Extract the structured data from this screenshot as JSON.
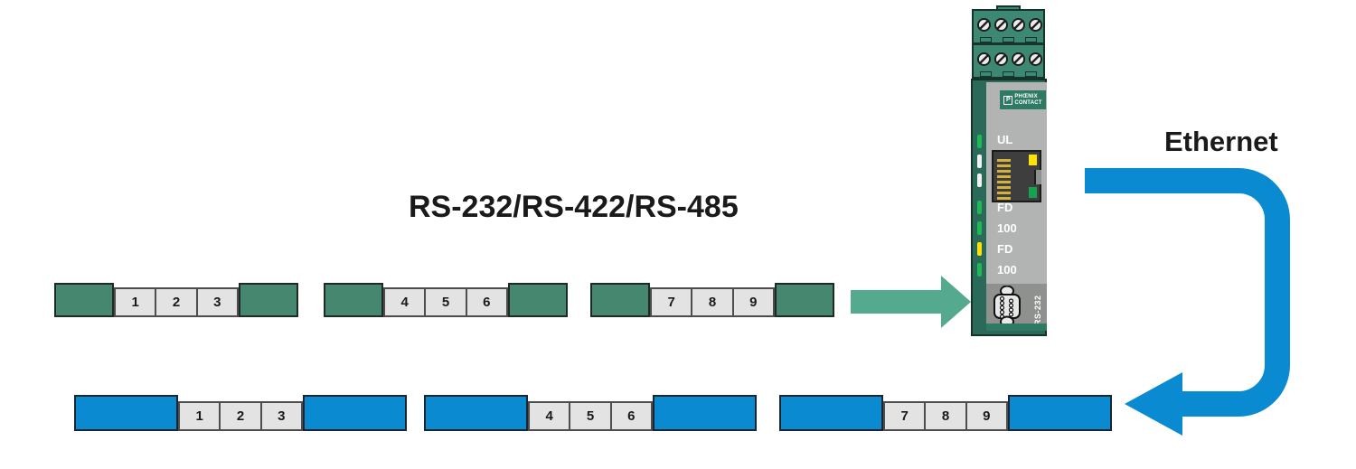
{
  "labels": {
    "serial": "RS-232/RS-422/RS-485",
    "ethernet": "Ethernet"
  },
  "serial_packets": [
    {
      "cells": [
        "1",
        "2",
        "3"
      ]
    },
    {
      "cells": [
        "4",
        "5",
        "6"
      ]
    },
    {
      "cells": [
        "7",
        "8",
        "9"
      ]
    }
  ],
  "ethernet_packets": [
    {
      "cells": [
        "1",
        "2",
        "3"
      ]
    },
    {
      "cells": [
        "4",
        "5",
        "6"
      ]
    },
    {
      "cells": [
        "7",
        "8",
        "9"
      ]
    }
  ],
  "device": {
    "brand_initial": "P",
    "brand_line1": "PHŒNIX",
    "brand_line2": "CONTACT",
    "ul_label": "UL",
    "led_labels": [
      "FD",
      "100",
      "FD",
      "100"
    ],
    "side_led_colors": [
      "green",
      "white",
      "white",
      "green",
      "green",
      "yellow",
      "green"
    ],
    "serial_port_label": "RS-232"
  },
  "colors": {
    "serial_green": "#46886f",
    "teal_arrow": "#55a98e",
    "ethernet_blue": "#0a8ad0",
    "cell_gray": "#e3e3e3",
    "device_body_green": "#2b6a58",
    "terminal_green": "#3d8872",
    "device_panel_gray": "#b2b4b3",
    "device_lower_gray": "#8f918f",
    "led_green": "#1db954",
    "led_yellow": "#ffe200"
  }
}
